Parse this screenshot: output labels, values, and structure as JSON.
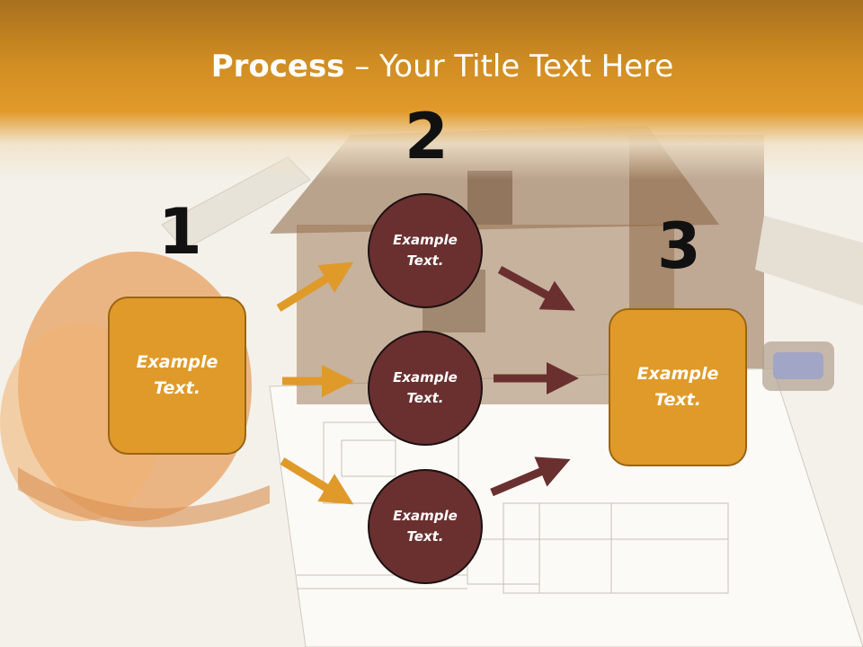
{
  "title": {
    "bold": "Process",
    "rest": " – Your Title Text Here"
  },
  "steps": {
    "one": {
      "number": "1",
      "text": "Example\nText."
    },
    "two": {
      "number": "2"
    },
    "three": {
      "number": "3",
      "text": "Example\nText."
    }
  },
  "circles": [
    {
      "text": "Example\nText."
    },
    {
      "text": "Example\nText."
    },
    {
      "text": "Example\nText."
    }
  ],
  "colors": {
    "accent_orange": "#e09a2a",
    "circle_maroon": "#6a3030",
    "arrow_dark": "#6a3030"
  }
}
